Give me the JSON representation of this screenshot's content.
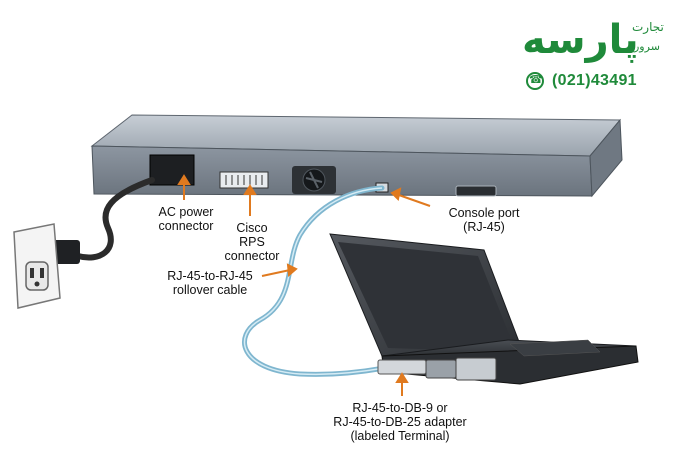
{
  "labels": {
    "ac_power": [
      "AC power",
      "connector"
    ],
    "cisco_rps": [
      "Cisco",
      "RPS",
      "connector"
    ],
    "console_port": [
      "Console port",
      "(RJ-45)"
    ],
    "rollover": [
      "RJ-45-to-RJ-45",
      "rollover cable"
    ],
    "adapter": [
      "RJ-45-to-DB-9 or",
      "RJ-45-to-DB-25 adapter",
      "(labeled Terminal)"
    ]
  },
  "watermark": {
    "brand": "پارسه",
    "tagline_top": "تجارت",
    "tagline_bottom": "سرور",
    "phone": "(021)43491",
    "icon": "phone-icon",
    "color": "#1f8a3a"
  },
  "colors": {
    "switch_top": "#aeb6c0",
    "switch_back": "#7e8893",
    "cable": "#7fb6cf",
    "laptop": "#3c3f44",
    "power_cord": "#2b2b2b"
  }
}
